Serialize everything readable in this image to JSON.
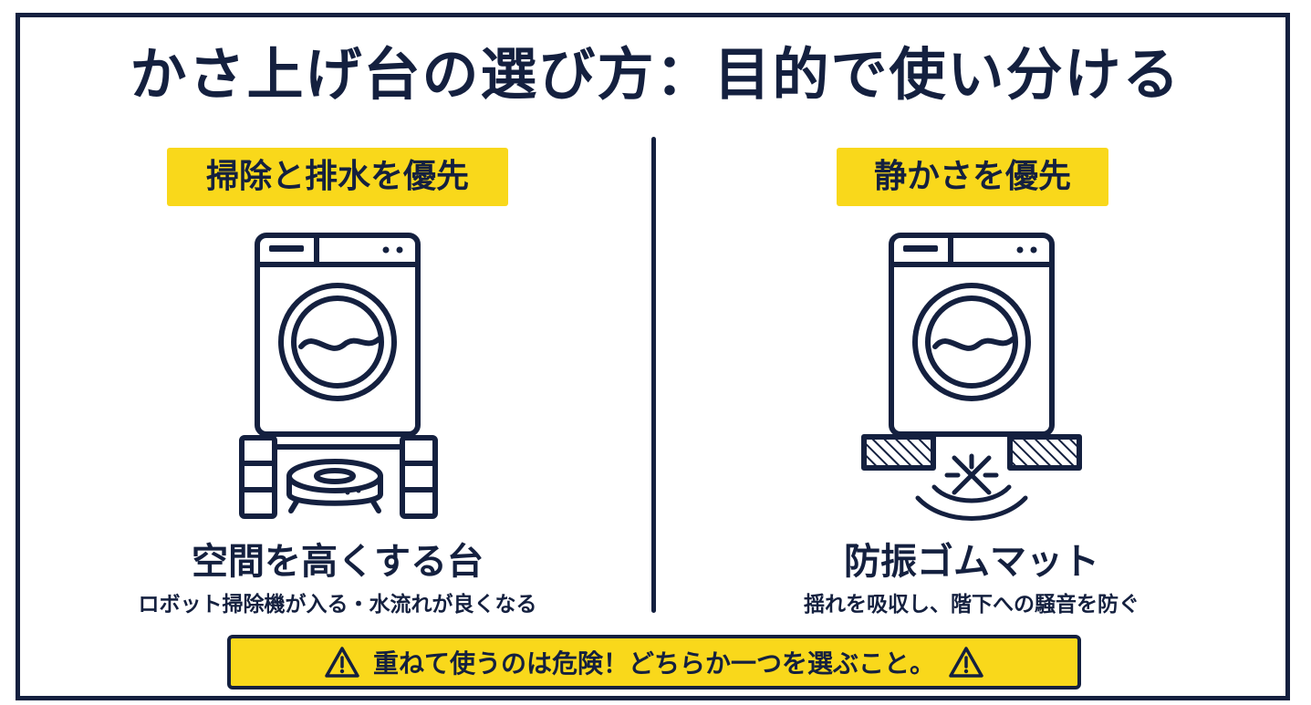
{
  "title": "かさ上げ台の選び方：目的で使い分ける",
  "left": {
    "badge": "掃除と排水を優先",
    "icon": "washing-machine-on-raised-stand-with-robot-vacuum",
    "option_title": "空間を高くする台",
    "description": "ロボット掃除機が入る・水流れが良くなる"
  },
  "right": {
    "badge": "静かさを優先",
    "icon": "washing-machine-on-anti-vibration-rubber-mat",
    "option_title": "防振ゴムマット",
    "description": "揺れを吸収し、階下への騒音を防ぐ"
  },
  "warning": {
    "text": "重ねて使うのは危険！どちらか一つを選ぶこと。",
    "icon": "warning-triangle-icon"
  },
  "colors": {
    "navy": "#14203f",
    "accent_yellow": "#f9d81b",
    "background": "#ffffff"
  }
}
